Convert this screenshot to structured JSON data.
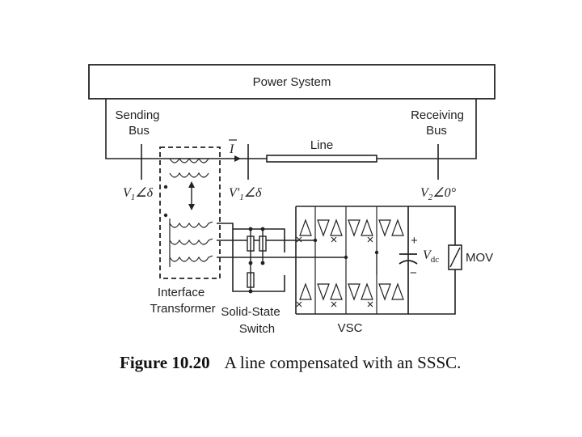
{
  "labels": {
    "power_system": "Power System",
    "sending_bus_line1": "Sending",
    "sending_bus_line2": "Bus",
    "receiving_bus_line1": "Receiving",
    "receiving_bus_line2": "Bus",
    "line": "Line",
    "current": "I",
    "v1_main": "V",
    "v1_sub": "1",
    "v1_angle": "∠δ",
    "v1p_main": "V'",
    "v1p_sub": "1",
    "v1p_angle": "∠δ",
    "v2_main": "V",
    "v2_sub": "2",
    "v2_angle": "∠0°",
    "vdc_main": "V",
    "vdc_sub": "dc",
    "plus": "+",
    "minus": "−",
    "mov": "MOV",
    "interface_line1": "Interface",
    "interface_line2": "Transformer",
    "switch_line1": "Solid-State",
    "switch_line2": "Switch",
    "vsc": "VSC"
  },
  "caption": {
    "number": "Figure 10.20",
    "text": "A line compensated with an SSSC."
  }
}
